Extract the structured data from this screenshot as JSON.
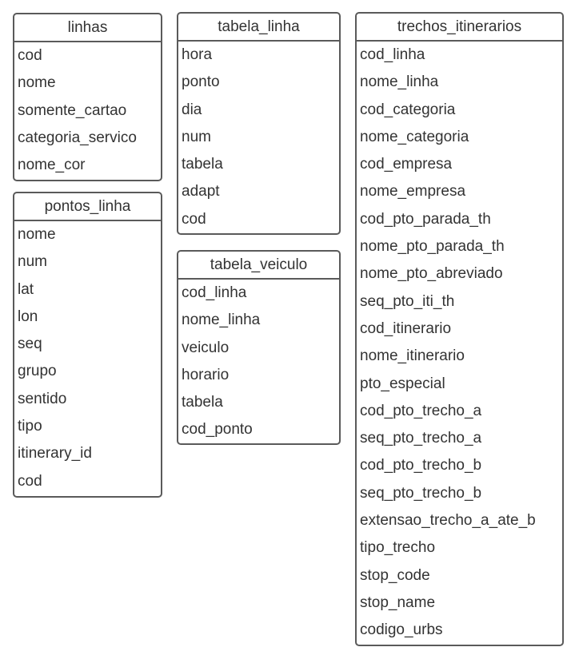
{
  "entities": [
    {
      "id": "linhas",
      "title": "linhas",
      "fields": [
        "cod",
        "nome",
        "somente_cartao",
        "categoria_servico",
        "nome_cor"
      ]
    },
    {
      "id": "pontos_linha",
      "title": "pontos_linha",
      "fields": [
        "nome",
        "num",
        "lat",
        "lon",
        "seq",
        "grupo",
        "sentido",
        "tipo",
        "itinerary_id",
        "cod"
      ]
    },
    {
      "id": "tabela_linha",
      "title": "tabela_linha",
      "fields": [
        "hora",
        "ponto",
        "dia",
        "num",
        "tabela",
        "adapt",
        "cod"
      ]
    },
    {
      "id": "tabela_veiculo",
      "title": "tabela_veiculo",
      "fields": [
        "cod_linha",
        "nome_linha",
        "veiculo",
        "horario",
        "tabela",
        "cod_ponto"
      ]
    },
    {
      "id": "trechos_itinerarios",
      "title": "trechos_itinerarios",
      "fields": [
        "cod_linha",
        "nome_linha",
        "cod_categoria",
        "nome_categoria",
        "cod_empresa",
        "nome_empresa",
        "cod_pto_parada_th",
        "nome_pto_parada_th",
        "nome_pto_abreviado",
        "seq_pto_iti_th",
        "cod_itinerario",
        "nome_itinerario",
        "pto_especial",
        "cod_pto_trecho_a",
        "seq_pto_trecho_a",
        "cod_pto_trecho_b",
        "seq_pto_trecho_b",
        "extensao_trecho_a_ate_b",
        "tipo_trecho",
        "stop_code",
        "stop_name",
        "codigo_urbs"
      ]
    }
  ]
}
